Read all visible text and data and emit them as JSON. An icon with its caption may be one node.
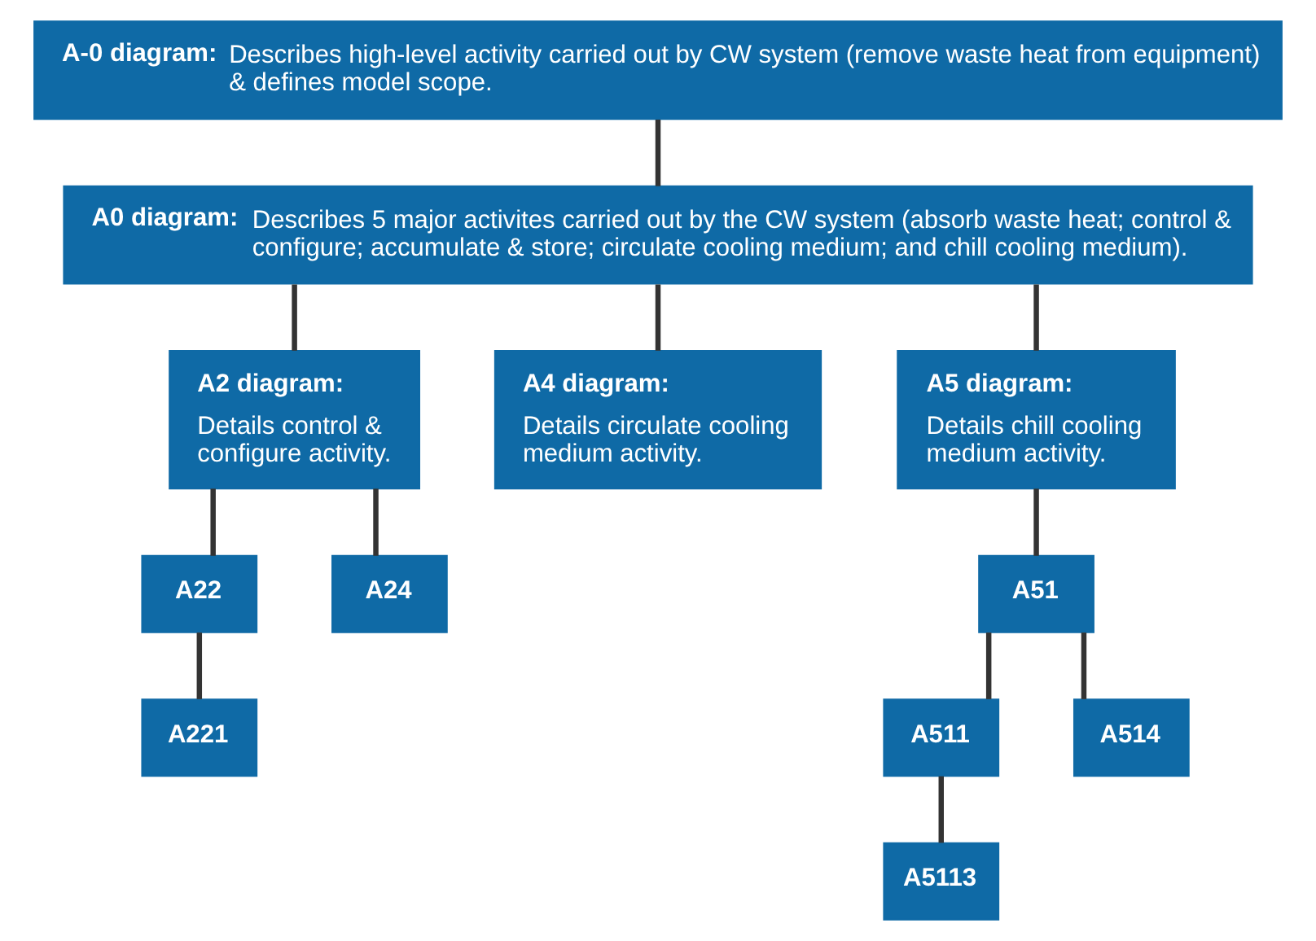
{
  "diagram": {
    "nodes": [
      {
        "text": [
          "A-0 diagram:",
          "Describes high-level activity carried out by CW system (remove waste heat from equipment) & defines model scope."
        ]
      },
      {
        "text": [
          "A0 diagram:",
          "Describes 5 major activites carried out by the CW system (absorb waste heat; control & configure; accumulate & store; circulate cooling medium; and chill cooling medium)."
        ]
      },
      {
        "text": [
          "A2 diagram:",
          "Details control & configure activity."
        ]
      },
      {
        "text": [
          "A4 diagram:",
          "Details circulate cooling medium activity."
        ]
      },
      {
        "text": [
          "A5 diagram:",
          "Details chill cooling medium activity."
        ]
      },
      {
        "text": [
          "A22"
        ]
      },
      {
        "text": [
          "A24"
        ]
      },
      {
        "text": [
          "A221"
        ]
      },
      {
        "text": [
          "A51"
        ]
      },
      {
        "text": [
          "A511"
        ]
      },
      {
        "text": [
          "A514"
        ]
      },
      {
        "text": [
          "A5113"
        ]
      }
    ],
    "edges": [
      {
        "from": 0,
        "to": 1,
        "arrow": "none"
      },
      {
        "from": 1,
        "to": 2,
        "arrow": "none"
      },
      {
        "from": 1,
        "to": 3,
        "arrow": "none"
      },
      {
        "from": 1,
        "to": 4,
        "arrow": "none"
      },
      {
        "from": 2,
        "to": 5,
        "arrow": "none"
      },
      {
        "from": 2,
        "to": 6,
        "arrow": "none"
      },
      {
        "from": 5,
        "to": 7,
        "arrow": "none"
      },
      {
        "from": 4,
        "to": 8,
        "arrow": "none"
      },
      {
        "from": 8,
        "to": 9,
        "arrow": "none"
      },
      {
        "from": 8,
        "to": 10,
        "arrow": "none"
      },
      {
        "from": 9,
        "to": 11,
        "arrow": "none"
      }
    ]
  }
}
